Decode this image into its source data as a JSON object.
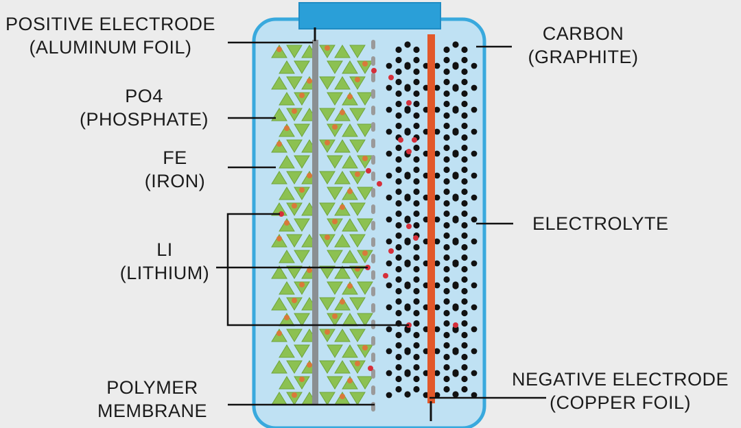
{
  "labels": {
    "positive_electrode": {
      "line1": "POSITIVE ELECTRODE",
      "line2": "(ALUMINUM FOIL)"
    },
    "phosphate": {
      "line1": "PO4",
      "line2": "(PHOSPHATE)"
    },
    "iron": {
      "line1": "FE",
      "line2": "(IRON)"
    },
    "lithium": {
      "line1": "LI",
      "line2": "(LITHIUM)"
    },
    "polymer_membrane": {
      "line1": "POLYMER",
      "line2": "MEMBRANE"
    },
    "carbon": {
      "line1": "CARBON",
      "line2": "(GRAPHITE)"
    },
    "electrolyte": {
      "line1": "ELECTROLYTE"
    },
    "negative_electrode": {
      "line1": "NEGATIVE ELECTRODE",
      "line2": "(COPPER FOIL)"
    }
  },
  "colors": {
    "background": "#ececec",
    "electrolyte_fill": "#bfe1f3",
    "electrolyte_border": "#39a9dd",
    "terminal_cap": "#2a9fd8",
    "aluminum_foil": "#8a8f92",
    "copper_foil": "#e2582a",
    "phosphate": "#8cc152",
    "iron": "#d9793a",
    "lithium": "#d62f3a",
    "carbon": "#111111",
    "membrane": "#9a9a9a",
    "leader": "#111111"
  }
}
